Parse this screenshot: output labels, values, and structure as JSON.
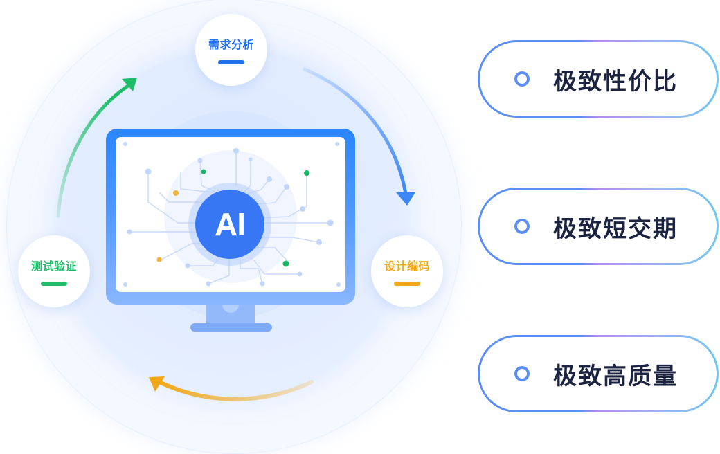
{
  "diagram": {
    "center": {
      "label": "AI"
    },
    "stages": [
      {
        "label": "需求分析",
        "color": "#1f6ff0"
      },
      {
        "label": "设计编码",
        "color": "#f0a818"
      },
      {
        "label": "测试验证",
        "color": "#1fbd6a"
      }
    ],
    "arrows": [
      {
        "from": "测试验证",
        "to": "需求分析",
        "color": "#1fbd6a"
      },
      {
        "from": "需求分析",
        "to": "设计编码",
        "color": "#3d86f5"
      },
      {
        "from": "设计编码",
        "to": "测试验证",
        "color": "#f0a818"
      }
    ]
  },
  "features": [
    {
      "label": "极致性价比"
    },
    {
      "label": "极致短交期"
    },
    {
      "label": "极致高质量"
    }
  ],
  "colors": {
    "accent_blue": "#3877f3",
    "pill_border_start": "#5b8ff7",
    "pill_border_mid": "#b38cf3",
    "pill_border_end": "#6dc6f3",
    "text_dark": "#1b2340"
  }
}
